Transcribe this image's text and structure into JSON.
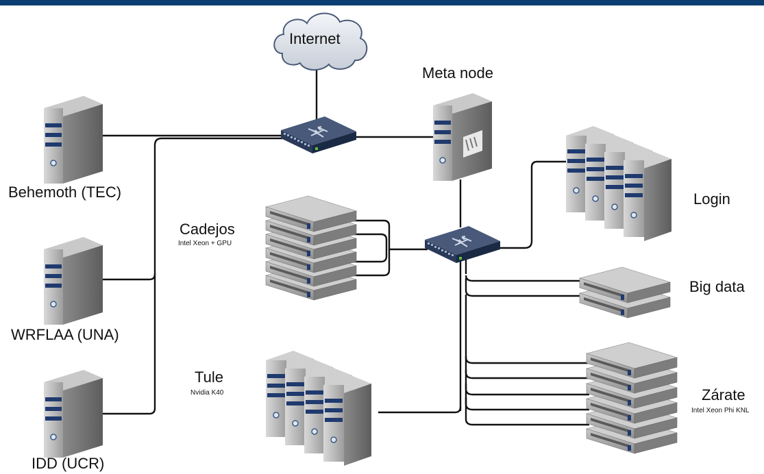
{
  "header": {
    "bar_color": "#0b3d70"
  },
  "cloud": {
    "label": "Internet"
  },
  "nodes": {
    "meta_node": {
      "label": "Meta node"
    },
    "behemoth": {
      "label": "Behemoth (TEC)"
    },
    "wrflaa": {
      "label": "WRFLAA (UNA)"
    },
    "idd": {
      "label": "IDD (UCR)"
    },
    "cadejos": {
      "label": "Cadejos",
      "sub": "Intel Xeon + GPU"
    },
    "tule": {
      "label": "Tule",
      "sub": "Nvidia K40"
    },
    "login": {
      "label": "Login"
    },
    "big_data": {
      "label": "Big data"
    },
    "zarate": {
      "label": "Zárate",
      "sub": "Intel Xeon Phi KNL"
    }
  },
  "colors": {
    "cable": "#111111",
    "server_body": "#b7b7b7",
    "server_band": "#1f3a6e",
    "switch_body": "#34435c"
  }
}
